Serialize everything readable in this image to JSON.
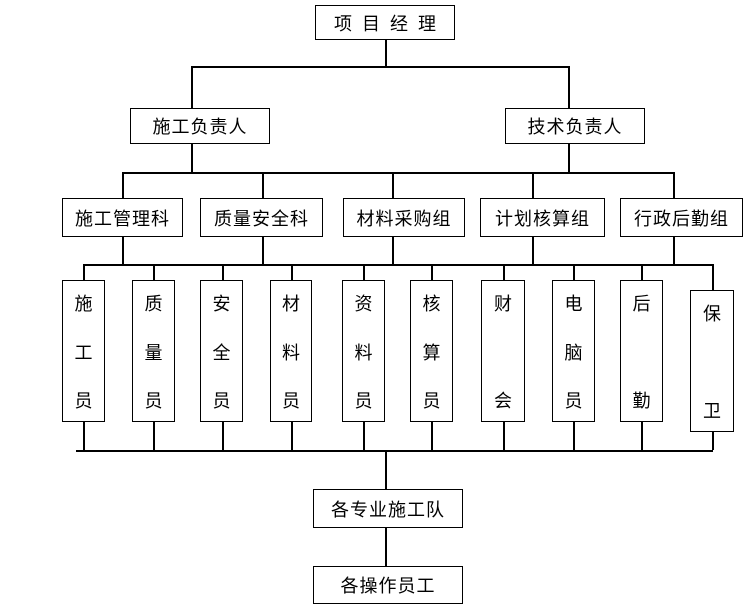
{
  "colors": {
    "line": "#000000",
    "background": "#ffffff",
    "text": "#000000"
  },
  "org_chart": {
    "root": {
      "id": "project-manager",
      "label": "项目经理"
    },
    "level2": [
      {
        "id": "construction-leader",
        "label": "施工负责人"
      },
      {
        "id": "technical-leader",
        "label": "技术负责人"
      }
    ],
    "level3": [
      {
        "id": "construction-management-section",
        "label": "施工管理科"
      },
      {
        "id": "quality-safety-section",
        "label": "质量安全科"
      },
      {
        "id": "material-procurement-group",
        "label": "材料采购组"
      },
      {
        "id": "planning-accounting-group",
        "label": "计划核算组"
      },
      {
        "id": "admin-logistics-group",
        "label": "行政后勤组"
      }
    ],
    "level4": [
      {
        "id": "construction-worker",
        "label": "施工员"
      },
      {
        "id": "quality-inspector",
        "label": "质量员"
      },
      {
        "id": "safety-officer",
        "label": "安全员"
      },
      {
        "id": "material-clerk",
        "label": "材料员"
      },
      {
        "id": "document-clerk",
        "label": "资料员"
      },
      {
        "id": "cost-accountant",
        "label": "核算员"
      },
      {
        "id": "finance-accounting",
        "label": "财会"
      },
      {
        "id": "computer-operator",
        "label": "电脑员"
      },
      {
        "id": "logistics",
        "label": "后勤"
      },
      {
        "id": "security-guard",
        "label": "保卫"
      }
    ],
    "level5": {
      "id": "specialized-construction-teams",
      "label": "各专业施工队"
    },
    "level6": {
      "id": "operating-staff",
      "label": "各操作员工"
    }
  }
}
